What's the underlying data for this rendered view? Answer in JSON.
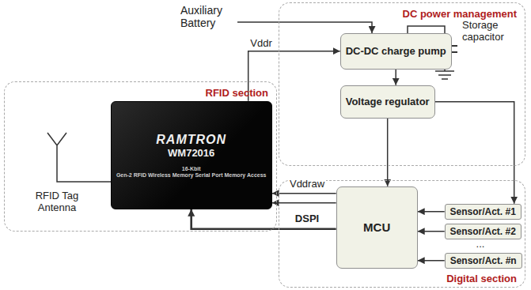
{
  "diagram": {
    "nodes": [
      {
        "text": [
          "DC power management"
        ]
      },
      {
        "text": [
          "DC-DC charge pump"
        ],
        "in": 0
      },
      {
        "text": [
          "Voltage regulator"
        ],
        "in": 0
      },
      {
        "text": [
          "RFID section"
        ]
      },
      {
        "text": [
          "RAMTRON",
          "WM72016",
          "16-Kbit",
          "Gen-2 RFID Wireless Memory Serial Port Memory Access"
        ],
        "in": 3
      },
      {
        "text": [
          "Digital section"
        ]
      },
      {
        "text": [
          "MCU"
        ],
        "in": 5
      },
      {
        "text": [
          "Sensor/Act. #1"
        ],
        "in": 5
      },
      {
        "text": [
          "Sensor/Act. #2"
        ],
        "in": 5
      },
      {
        "text": [
          "Sensor/Act. #n"
        ],
        "in": 5
      }
    ],
    "edges": [
      {
        "from": 4,
        "to": 1,
        "arrow": "to",
        "label": "Vddr"
      },
      {
        "from": 1,
        "to": 2,
        "arrow": "to"
      },
      {
        "from": 2,
        "to": 6,
        "arrow": "to"
      },
      {
        "from": 2,
        "to": 7,
        "arrow": "to"
      },
      {
        "from": 6,
        "to": 4,
        "arrow": "to",
        "label": "Vddraw"
      },
      {
        "from": 6,
        "to": 4,
        "arrow": "to"
      },
      {
        "from": 6,
        "to": 4,
        "arrow": "to",
        "label": "DSPI"
      },
      {
        "from": 7,
        "to": 6,
        "arrow": "to"
      },
      {
        "from": 8,
        "to": 6,
        "arrow": "to"
      },
      {
        "from": 9,
        "to": 6,
        "arrow": "to"
      }
    ],
    "labels": [
      "Auxiliary Battery",
      "Storage capacitor",
      "RFID Tag Antenna",
      "..."
    ]
  }
}
